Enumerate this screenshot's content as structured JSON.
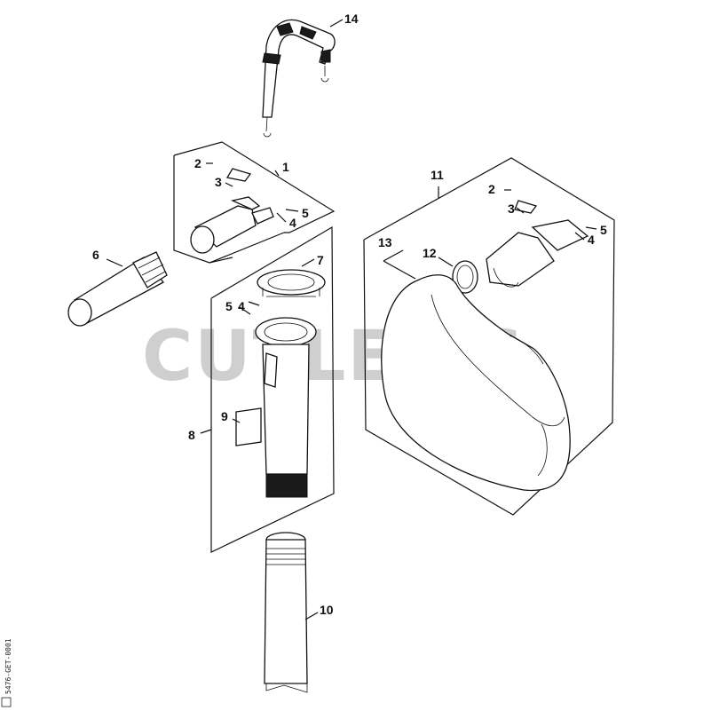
{
  "watermark": "CUTLER'S",
  "figure_code": "5476-GET-0001",
  "figure_code_box": "",
  "callouts": {
    "c1": "1",
    "c2a": "2",
    "c3a": "3",
    "c4a": "4",
    "c5a": "5",
    "c6": "6",
    "c7": "7",
    "c4b": "4",
    "c5b": "5",
    "c8": "8",
    "c9": "9",
    "c10": "10",
    "c11": "11",
    "c2b": "2",
    "c3b": "3",
    "c4c": "4",
    "c5c": "5",
    "c12": "12",
    "c13": "13",
    "c14": "14"
  }
}
